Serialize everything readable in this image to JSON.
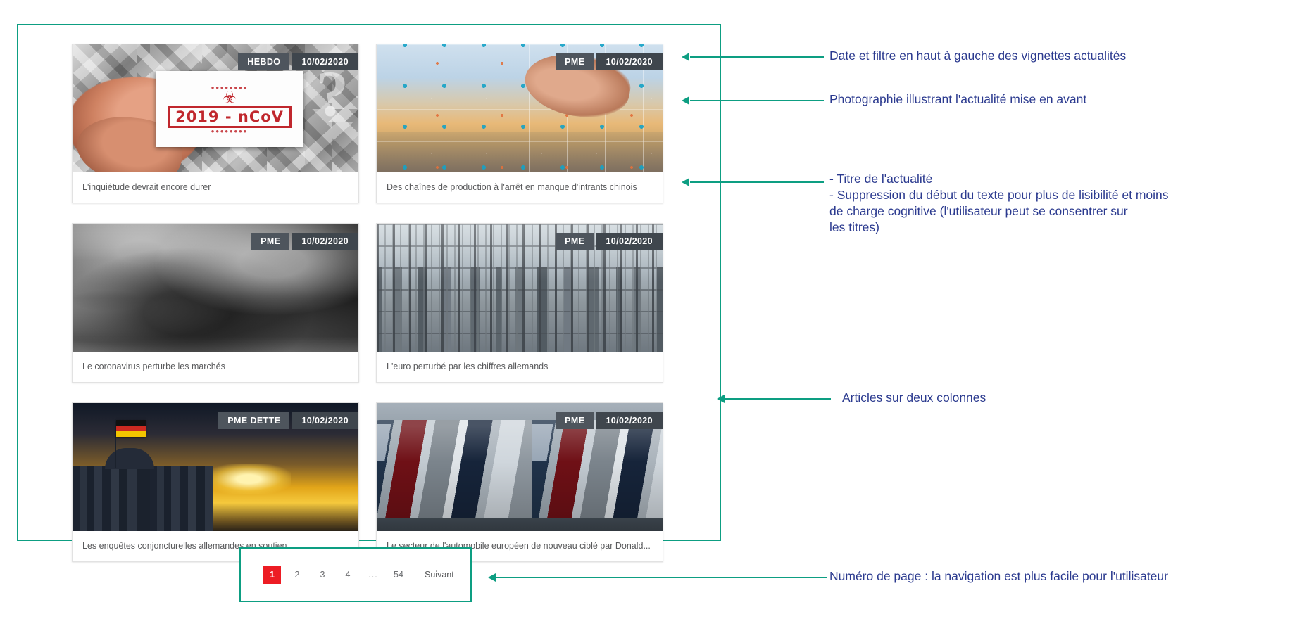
{
  "colors": {
    "frame_border": "#0d9e82",
    "annotation_text": "#2b3a8f",
    "badge_bg": "#4e555d",
    "active_page_bg": "#ed1c24",
    "card_title_text": "#58595b"
  },
  "news_panel": {
    "cards": [
      {
        "id": "card-inquietude",
        "filter_badge": "HEBDO",
        "date_badge": "10/02/2020",
        "title": "L'inquiétude devrait encore durer",
        "image_alt": "main-tenant-carte-2019-nCoV",
        "stamp": {
          "arc_top": "••••••••",
          "hazard": "☣",
          "text": "2019 - nCoV",
          "arc_bottom": "••••••••"
        },
        "question_mark": "?"
      },
      {
        "id": "card-chaines",
        "filter_badge": "PME",
        "date_badge": "10/02/2020",
        "title": "Des chaînes de production à l'arrêt en manque d'intrants chinois",
        "image_alt": "usine-connectee-industrie-4-0"
      },
      {
        "id": "card-coronavirus",
        "filter_badge": "PME",
        "date_badge": "10/02/2020",
        "title": "Le coronavirus perturbe les marchés",
        "image_alt": "ciel-orageux-noir-et-blanc"
      },
      {
        "id": "card-euro",
        "filter_badge": "PME",
        "date_badge": "10/02/2020",
        "title": "L'euro perturbé par les chiffres allemands",
        "image_alt": "raffinerie-petrochimique"
      },
      {
        "id": "card-enquetes",
        "filter_badge": "PME DETTE",
        "date_badge": "10/02/2020",
        "title": "Les enquêtes conjoncturelles allemandes en soutien",
        "image_alt": "reichstag-drapeau-allemand-coucher-de-soleil"
      },
      {
        "id": "card-automobile",
        "filter_badge": "PME",
        "date_badge": "10/02/2020",
        "title": "Le secteur de l'automobile européen de nouveau ciblé par Donald...",
        "image_alt": "file-de-voitures-neuves"
      }
    ]
  },
  "pagination": {
    "pages": [
      "1",
      "2",
      "3",
      "4",
      "...",
      "54"
    ],
    "active": "1",
    "next_label": "Suivant"
  },
  "annotations": [
    {
      "id": "annotation-date-filtre",
      "text": "Date et filtre en haut à gauche des vignettes actualités"
    },
    {
      "id": "annotation-photographie",
      "text": "Photographie illustrant l'actualité mise en avant"
    },
    {
      "id": "annotation-titre",
      "text": "- Titre de l'actualité\n- Suppression du début du texte pour plus de lisibilité et moins\n  de charge cognitive (l'utilisateur peut se consentrer sur\n  les titres)"
    },
    {
      "id": "annotation-colonnes",
      "text": "Articles sur deux colonnes"
    },
    {
      "id": "annotation-pagination",
      "text": "Numéro de page : la navigation est plus facile pour l'utilisateur"
    }
  ]
}
